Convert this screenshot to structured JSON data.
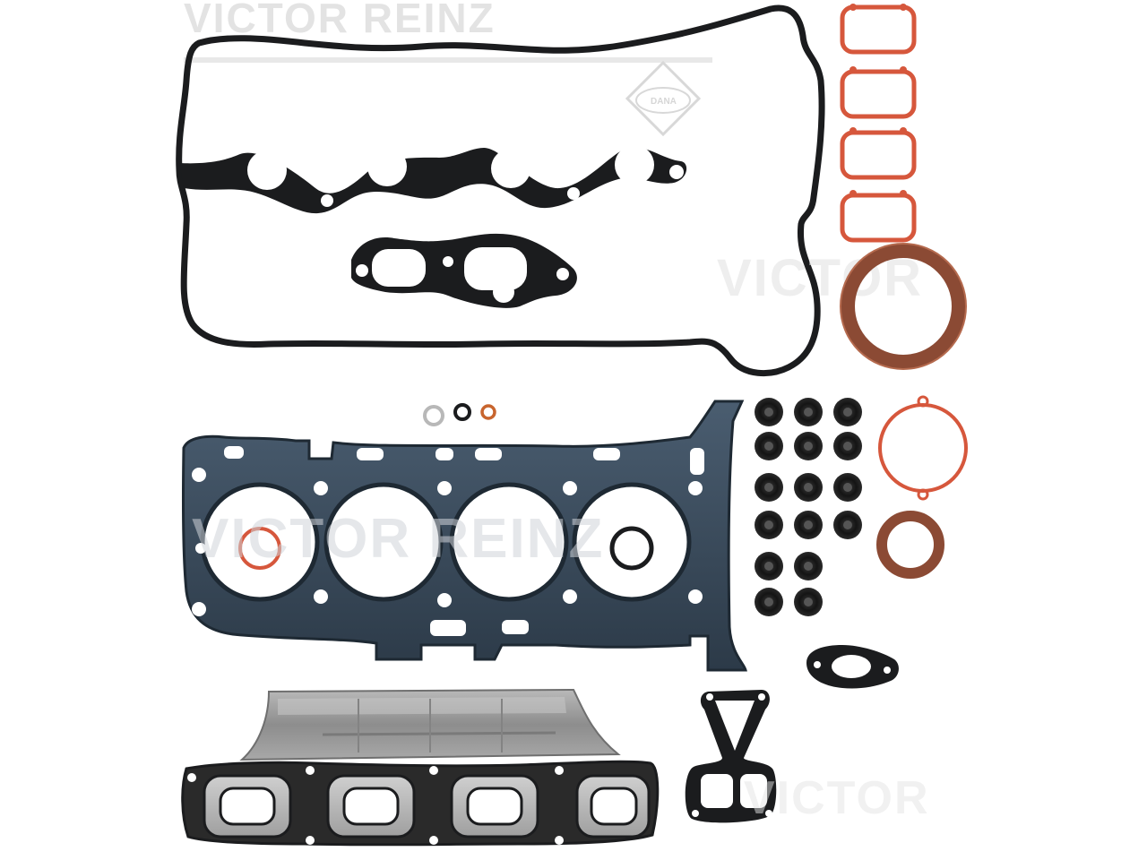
{
  "watermarks": {
    "top_brand": "VICTOR REINZ",
    "head_gasket_brand": "VICTOR REINZ",
    "right_brand": "VICTOR",
    "bottom_brand": "VICTOR",
    "seal_text": "DANA"
  },
  "colors": {
    "background": "#ffffff",
    "black_gasket": "#1b1c1e",
    "steel_gasket": "#3a4b5c",
    "orange_seal": "#d6573c",
    "brown_seal": "#8b4a34",
    "heat_shield": "#9a9a9a"
  },
  "parts": {
    "valve_cover_gasket": "valve cover gasket",
    "intake_gaskets": 4,
    "valve_stem_seals": 16,
    "small_orings": 3
  }
}
